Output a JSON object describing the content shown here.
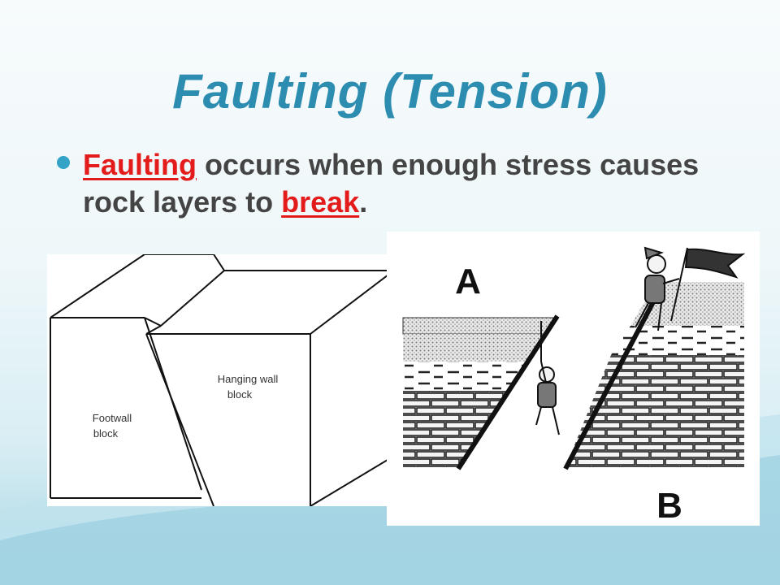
{
  "slide": {
    "title": "Faulting (Tension)",
    "bullet": {
      "term": "Faulting",
      "text_middle": " occurs when enough stress causes rock layers to ",
      "term2": "break",
      "text_end": "."
    }
  },
  "left_figure": {
    "hanging_wall_label_line1": "Hanging wall",
    "hanging_wall_label_line2": "block",
    "footwall_label_line1": "Footwall",
    "footwall_label_line2": "block"
  },
  "right_figure": {
    "label_a": "A",
    "label_b": "B"
  },
  "colors": {
    "title": "#2c8db0",
    "bullet": "#34a3c7",
    "keyword": "#e31b1b",
    "body_text": "#444444"
  }
}
